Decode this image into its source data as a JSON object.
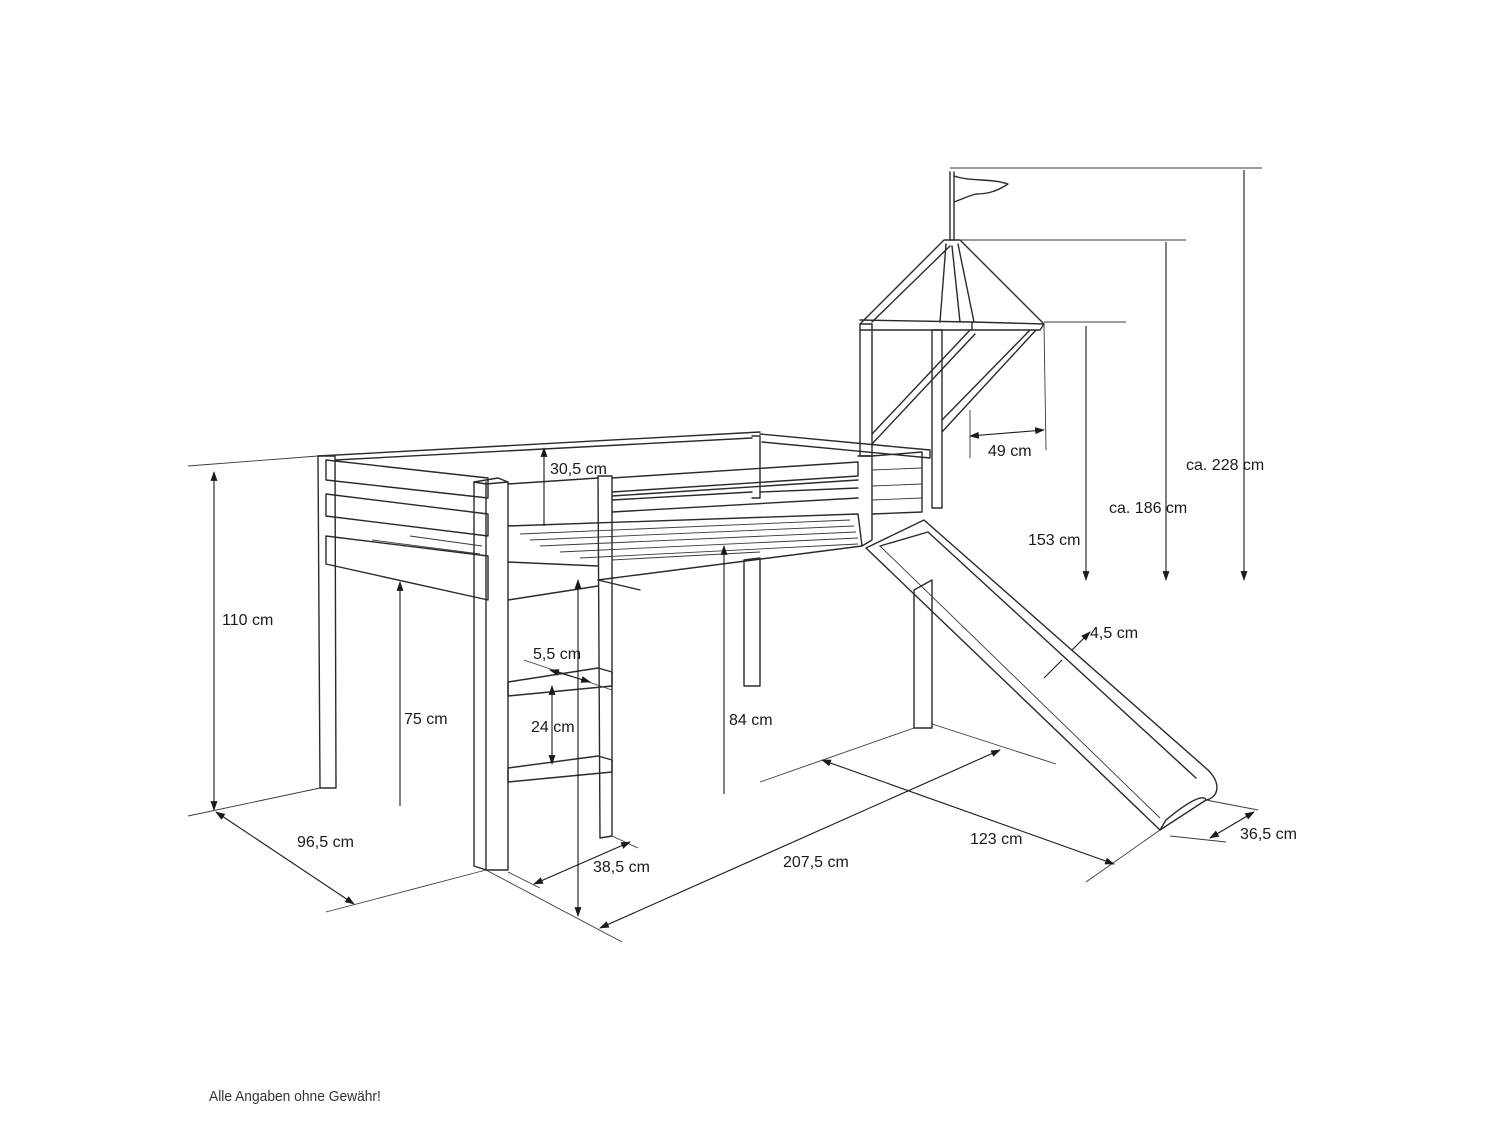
{
  "footer": {
    "disclaimer": "Alle Angaben ohne Gewähr!"
  },
  "dimensions": {
    "total_height": "110 cm",
    "depth": "96,5 cm",
    "underbed_height": "75 cm",
    "rail_height": "30,5 cm",
    "rung_thickness": "5,5 cm",
    "rung_spacing": "24 cm",
    "ladder_width": "38,5 cm",
    "length": "207,5 cm",
    "inner_height": "84 cm",
    "tower_width": "49 cm",
    "roof_edge_height": "153 cm",
    "roof_peak_height": "ca. 186 cm",
    "flag_height": "ca. 228 cm",
    "slide_thickness": "4,5 cm",
    "slide_length": "123 cm",
    "slide_width": "36,5 cm"
  }
}
